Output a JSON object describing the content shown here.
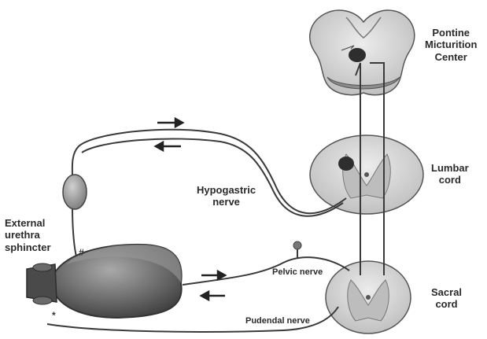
{
  "labels": {
    "pontine_center": "Pontine\nMicturition\nCenter",
    "lumbar_cord": "Lumbar\ncord",
    "sacral_cord": "Sacral\ncord",
    "hypogastric_nerve": "Hypogastric\nnerve",
    "external_sphincter": "External\nurethra\nsphincter",
    "pelvic_nerve": "Pelvic nerve",
    "pudendal_nerve": "Pudendal nerve"
  },
  "marks": {
    "hash_mark": "#",
    "asterisk_mark": "*"
  },
  "colors": {
    "background": "#ffffff",
    "nerve_line": "#3a3a3a",
    "tissue_gray": "#cfcfcf",
    "bladder_dark": "#5c5c5c",
    "text": "#2a2a2a"
  }
}
